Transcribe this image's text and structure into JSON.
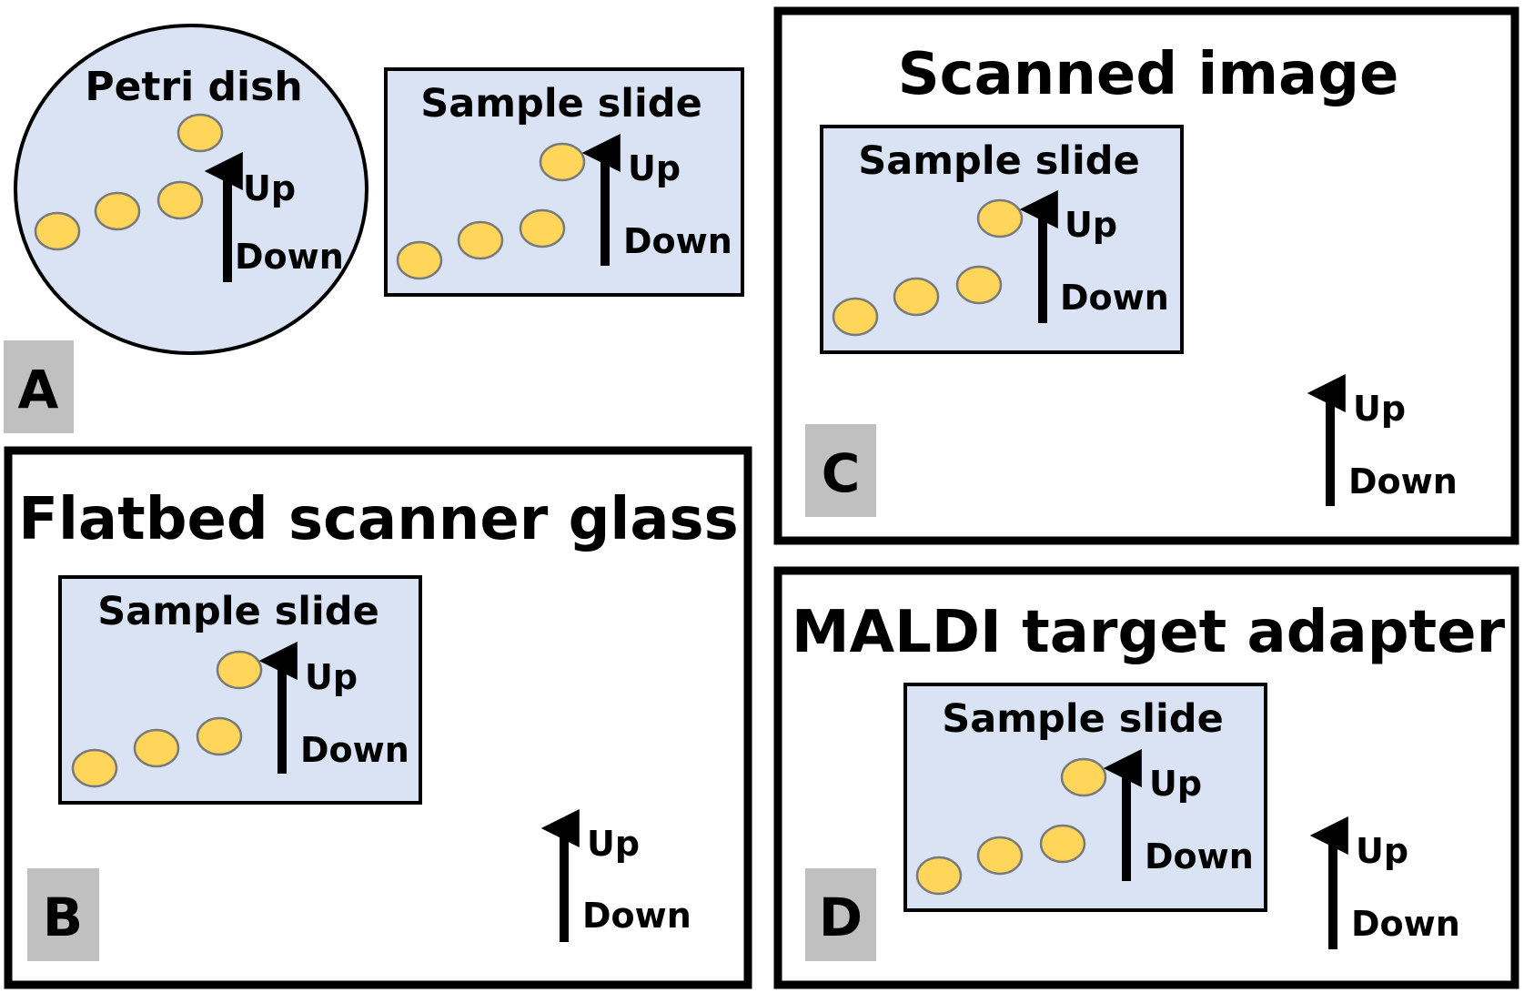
{
  "colors": {
    "slide_fill": "#d9e3f3",
    "spot_fill": "#ffd55a",
    "spot_stroke": "#7a7a7a",
    "panel_label_bg": "#c0c0c0",
    "line": "#000000"
  },
  "labels": {
    "up": "Up",
    "down": "Down",
    "sample_slide": "Sample slide"
  },
  "panel_a": {
    "letter": "A",
    "dish_title": "Petri dish"
  },
  "panel_b": {
    "letter": "B",
    "title": "Flatbed scanner glass"
  },
  "panel_c": {
    "letter": "C",
    "title": "Scanned image"
  },
  "panel_d": {
    "letter": "D",
    "title": "MALDI target adapter"
  }
}
